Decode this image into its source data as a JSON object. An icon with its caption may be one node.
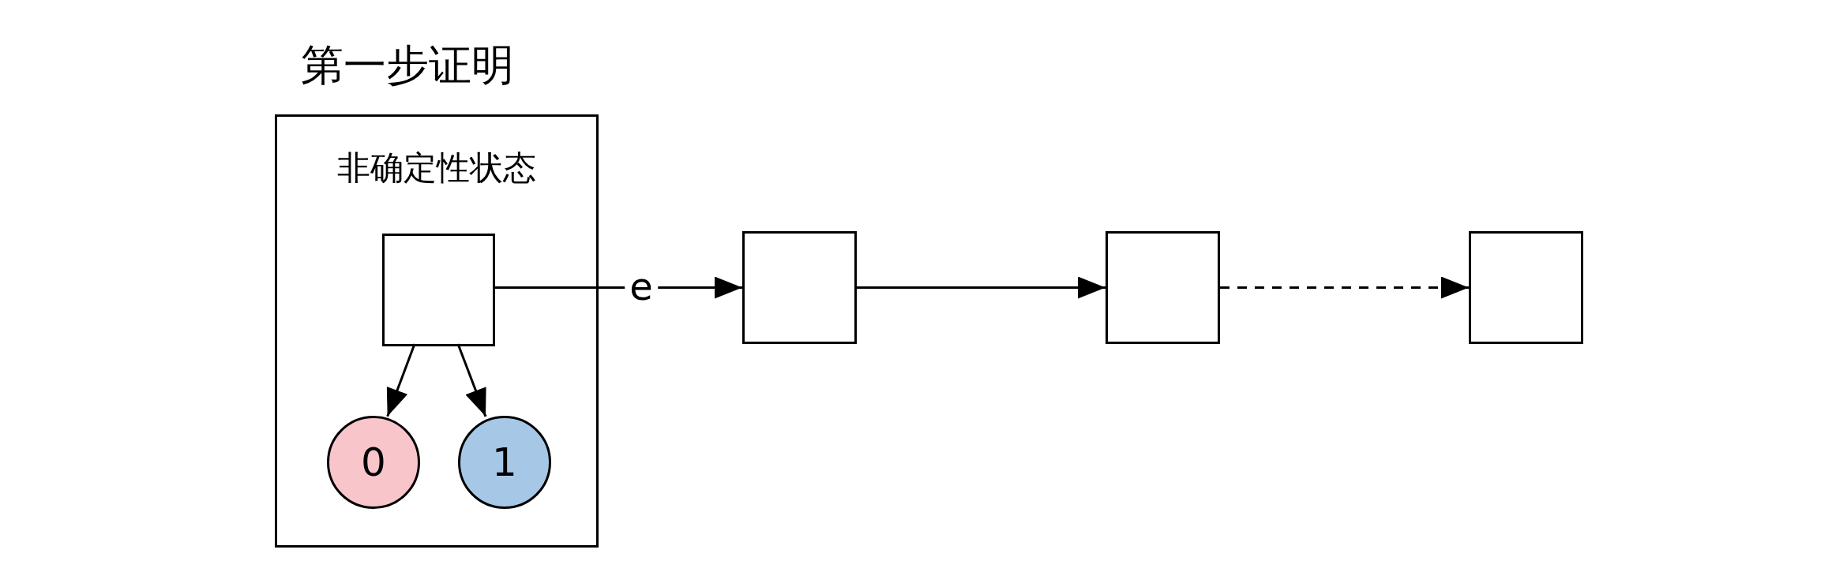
{
  "diagram": {
    "nodes": [
      {
        "text": [
          "第一步证明",
          "非确定性状态"
        ]
      },
      {
        "text": [],
        "shape": "box",
        "in": 0
      },
      {
        "text": [
          "0"
        ],
        "in": 0
      },
      {
        "text": [
          "1"
        ],
        "in": 0
      },
      {
        "text": [],
        "shape": "box"
      },
      {
        "text": [],
        "shape": "box"
      },
      {
        "text": [],
        "shape": "box"
      }
    ],
    "edges": [
      {
        "from": 1,
        "to": 2,
        "arrow": "to"
      },
      {
        "from": 1,
        "to": 3,
        "arrow": "to"
      },
      {
        "from": 1,
        "to": 4,
        "arrow": "to",
        "label": "e"
      },
      {
        "from": 4,
        "to": 5,
        "arrow": "to"
      },
      {
        "from": 5,
        "to": 6,
        "arrow": "to",
        "style": "dashed"
      }
    ]
  }
}
